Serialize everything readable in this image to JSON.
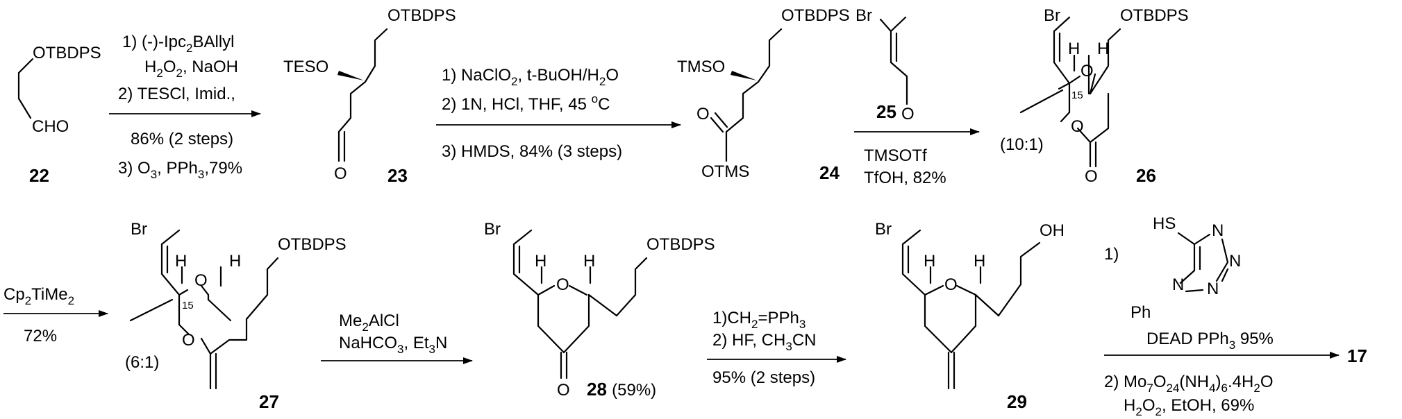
{
  "compounds": {
    "c22": {
      "id": "22",
      "groups": [
        "OTBDPS",
        "CHO"
      ]
    },
    "c23": {
      "id": "23",
      "groups": [
        "OTBDPS",
        "TESO",
        "O"
      ]
    },
    "c24": {
      "id": "24",
      "groups": [
        "OTBDPS",
        "TMSO",
        "O",
        "OTMS"
      ]
    },
    "c25": {
      "id": "25",
      "groups": [
        "Br",
        "O"
      ]
    },
    "c26": {
      "id": "26",
      "groups": [
        "Br",
        "OTBDPS",
        "H",
        "H",
        "O",
        "15",
        "(10:1)",
        "O",
        "O"
      ]
    },
    "c27": {
      "id": "27",
      "groups": [
        "Br",
        "OTBDPS",
        "H",
        "H",
        "O",
        "15",
        "(6:1)",
        "O"
      ]
    },
    "c28": {
      "id": "28",
      "yield": "(59%)",
      "groups": [
        "Br",
        "OTBDPS",
        "H",
        "H",
        "O",
        "O"
      ]
    },
    "c29": {
      "id": "29",
      "groups": [
        "Br",
        "OH",
        "H",
        "H",
        "O"
      ]
    },
    "c17": {
      "id": "17"
    }
  },
  "steps": {
    "s1": {
      "lines": [
        "1) (-)-Ipc",
        "BAllyl",
        "H",
        "O",
        ", NaOH",
        "2) TESCl, Imid.,",
        "86% (2 steps)",
        "3) O",
        ", PPh",
        ",79%"
      ],
      "subs": [
        "2",
        "2",
        "2",
        "3",
        "3"
      ]
    },
    "s2": {
      "lines": [
        "1) NaClO",
        ", t-BuOH/H",
        "O",
        "2) 1N, HCl, THF, 45 ",
        "C",
        "3) HMDS, 84% (3 steps)"
      ],
      "subs": [
        "2",
        "2"
      ],
      "sup": "o"
    },
    "s3": {
      "lines": [
        "TMSOTf",
        "TfOH, 82%"
      ]
    },
    "s4": {
      "lines": [
        "Cp",
        "TiMe",
        "72%"
      ],
      "subs": [
        "2",
        "2"
      ]
    },
    "s5": {
      "lines": [
        "Me",
        "AlCl",
        "NaHCO",
        ", Et",
        "N"
      ],
      "subs": [
        "2",
        "3",
        "3"
      ]
    },
    "s6": {
      "lines": [
        "1)CH",
        "=PPh",
        "2) HF, CH",
        "CN",
        "95% (2 steps)"
      ],
      "subs": [
        "2",
        "3",
        "3"
      ]
    },
    "s7": {
      "lines": [
        "1)",
        "HS",
        "N",
        "N",
        "N",
        "N",
        "Ph",
        "DEAD PPh",
        " 95%",
        "2) Mo",
        "O",
        "(NH",
        ")",
        ".4H",
        "O",
        "H",
        "O",
        ", EtOH, 69%"
      ],
      "subs": [
        "3",
        "7",
        "24",
        "4",
        "6",
        "2",
        "2",
        "2"
      ]
    }
  }
}
